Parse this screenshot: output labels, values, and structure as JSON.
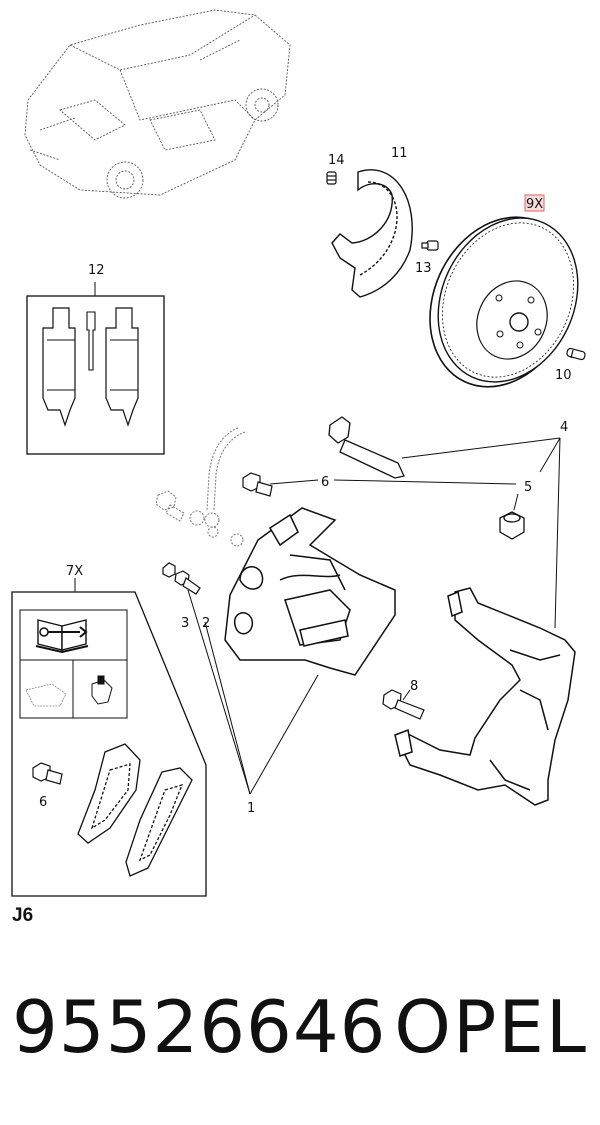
{
  "callouts": {
    "c1": "1",
    "c2": "2",
    "c3": "3",
    "c4": "4",
    "c5": "5",
    "c6a": "6",
    "c6b": "6",
    "c7x": "7X",
    "c8": "8",
    "c9x": "9X",
    "c10": "10",
    "c11": "11",
    "c12": "12",
    "c13": "13",
    "c14": "14"
  },
  "section_code": "J6",
  "part_number": "95526646",
  "brand": "OPEL",
  "colors": {
    "highlight": "#e06060",
    "highlight_fill": "#f6dede",
    "line": "#111111"
  }
}
